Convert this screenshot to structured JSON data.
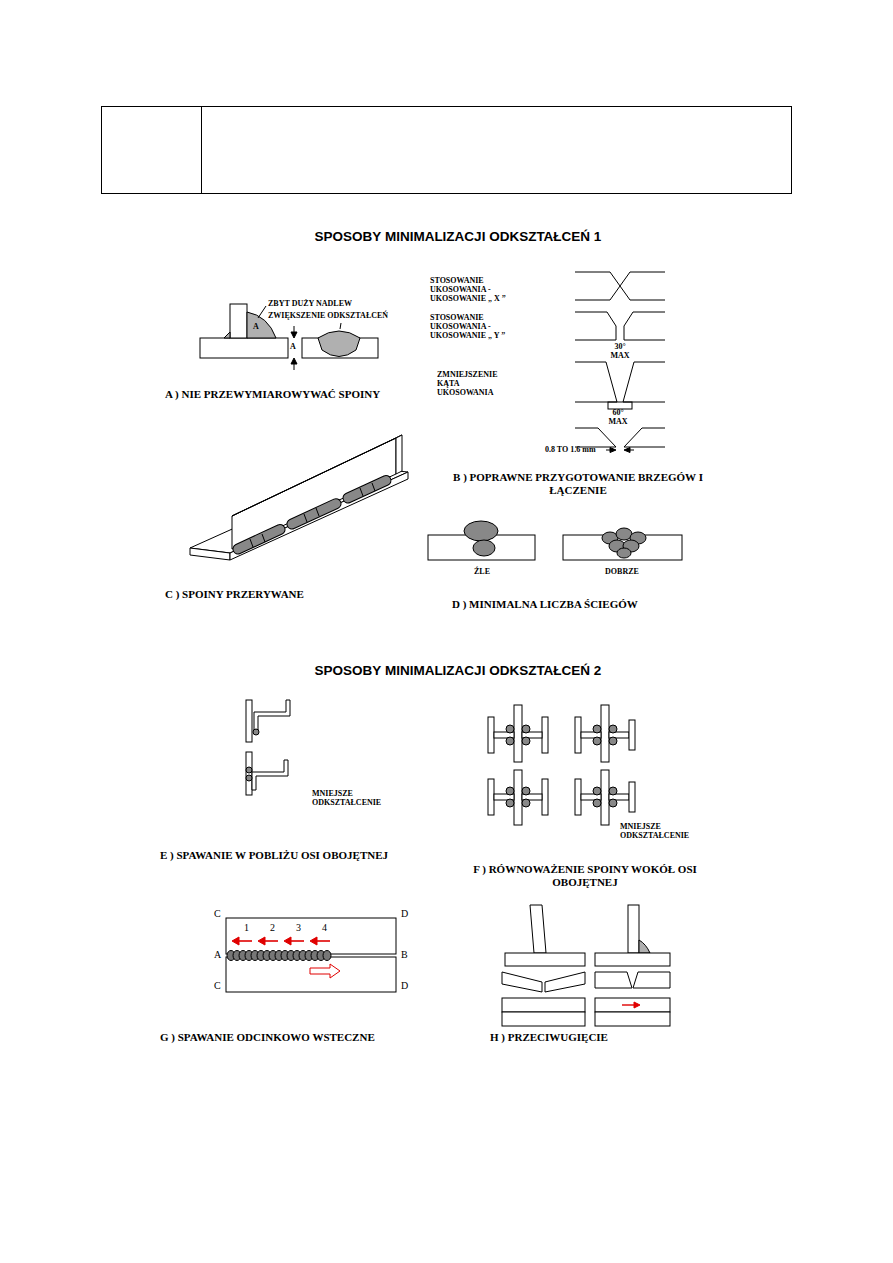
{
  "diagram": {
    "labels": [
      "SPOSOBY MINIMALIZACJI ODKSZTAŁCEŃ 1",
      "ZBYT DUŻY NADLEW",
      "ZWIĘKSZENIE ODKSZTAŁCEŃ",
      "A",
      "A",
      "A ) NIE PRZEWYMIAROWYWAĆ SPOINY",
      "STOSOWANIE UKOSOWANIA - UKOSOWANIE „ X ”",
      "STOSOWANIE UKOSOWANIA - UKOSOWANIE „ Y ”",
      "30° MAX",
      "ZMNIEJSZENIE KĄTA UKOSOWANIA",
      "60° MAX",
      "0.8 TO 1.6 mm",
      "B ) POPRAWNE PRZYGOTOWANIE BRZEGÓW I ŁĄCZENIE",
      "C ) SPOINY PRZERYWANE",
      "ŹLE",
      "DOBRZE",
      "D ) MINIMALNA LICZBA ŚCIEGÓW",
      "SPOSOBY MINIMALIZACJI ODKSZTAŁCEŃ 2",
      "MNIEJSZE ODKSZTAŁCENIE",
      "E ) SPAWANIE W POBLIŻU OSI OBOJĘTNEJ",
      "MNIEJSZE ODKSZTAŁCENIE",
      "F ) RÓWNOWAŻENIE SPOINY WOKÓŁ OSI OBOJĘTNEJ",
      "C",
      "D",
      "1",
      "2",
      "3",
      "4",
      "A",
      "B",
      "C",
      "D",
      "G ) SPAWANIE ODCINKOWO WSTECZNE",
      "H ) PRZECIWUGIĘCIE"
    ]
  }
}
